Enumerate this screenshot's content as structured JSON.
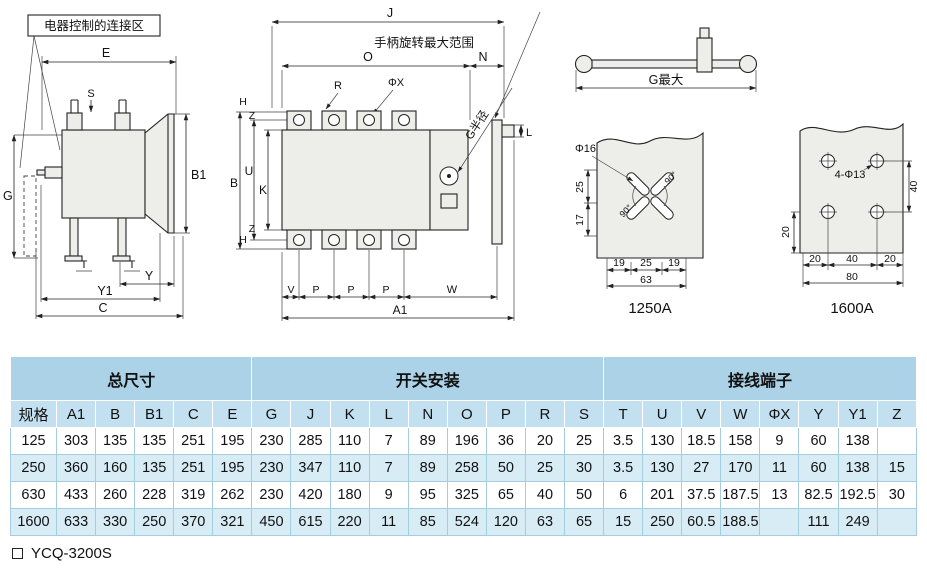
{
  "page": {
    "footer_model": "YCQ-3200S"
  },
  "drawings": {
    "side_view": {
      "callout": "电器控制的连接区",
      "dims": {
        "e": "E",
        "s": "S",
        "b1": "B1",
        "g": "G",
        "t": "T",
        "y": "Y",
        "y1": "Y1",
        "c": "C"
      }
    },
    "front_view": {
      "callout": "手柄旋转最大范围",
      "dims": {
        "j": "J",
        "o": "O",
        "n": "N",
        "r": "R",
        "phi_x": "ΦX",
        "h": "H",
        "z": "Z",
        "b": "B",
        "u": "U",
        "k": "K",
        "g_radius": "G半径",
        "l": "L",
        "v": "V",
        "p": "P",
        "w": "W",
        "a1": "A1"
      }
    },
    "handle_view": {
      "dims": {
        "g_max": "G最大"
      }
    },
    "terminal_1250": {
      "title": "1250A",
      "dims": {
        "hole": "Φ16",
        "v25": "25",
        "v17": "17",
        "w19a": "19",
        "w25": "25",
        "w19b": "19",
        "w63": "63",
        "angle": "90°"
      }
    },
    "terminal_1600": {
      "title": "1600A",
      "dims": {
        "holes": "4-Φ13",
        "v40": "40",
        "v20": "20",
        "w20a": "20",
        "w40": "40",
        "w20b": "20",
        "w80": "80"
      }
    }
  },
  "table": {
    "groups": [
      {
        "label": "总尺寸",
        "span": 6
      },
      {
        "label": "开关安装",
        "span": 9
      },
      {
        "label": "接线端子",
        "span": 8
      }
    ],
    "columns": [
      "规格",
      "A1",
      "B",
      "B1",
      "C",
      "E",
      "G",
      "J",
      "K",
      "L",
      "N",
      "O",
      "P",
      "R",
      "S",
      "T",
      "U",
      "V",
      "W",
      "ΦX",
      "Y",
      "Y1",
      "Z"
    ],
    "rows": [
      [
        "125",
        "303",
        "135",
        "135",
        "251",
        "195",
        "230",
        "285",
        "110",
        "7",
        "89",
        "196",
        "36",
        "20",
        "25",
        "3.5",
        "130",
        "18.5",
        "158",
        "9",
        "60",
        "138",
        ""
      ],
      [
        "250",
        "360",
        "160",
        "135",
        "251",
        "195",
        "230",
        "347",
        "110",
        "7",
        "89",
        "258",
        "50",
        "25",
        "30",
        "3.5",
        "130",
        "27",
        "170",
        "11",
        "60",
        "138",
        "15"
      ],
      [
        "630",
        "433",
        "260",
        "228",
        "319",
        "262",
        "230",
        "420",
        "180",
        "9",
        "95",
        "325",
        "65",
        "40",
        "50",
        "6",
        "201",
        "37.5",
        "187.5",
        "13",
        "82.5",
        "192.5",
        "30"
      ],
      [
        "1600",
        "633",
        "330",
        "250",
        "370",
        "321",
        "450",
        "615",
        "220",
        "11",
        "85",
        "524",
        "120",
        "63",
        "65",
        "15",
        "250",
        "60.5",
        "188.5",
        "",
        "111",
        "249",
        ""
      ]
    ]
  }
}
